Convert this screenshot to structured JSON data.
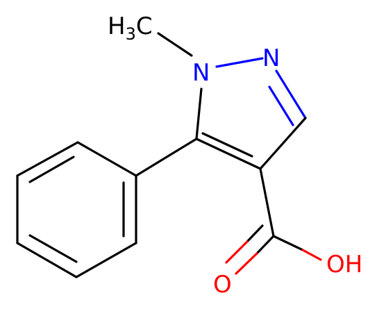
{
  "molecule": {
    "atoms": {
      "methyl": {
        "element": "H3C",
        "label": "H",
        "sub": "3",
        "tail": "C",
        "color": "#000000"
      },
      "n1": {
        "element": "N",
        "label": "N",
        "color": "#0000ff"
      },
      "n2": {
        "element": "N",
        "label": "N",
        "color": "#0000ff"
      },
      "oh": {
        "element": "OH",
        "label": "OH",
        "color": "#ff0000"
      },
      "o": {
        "element": "O",
        "label": "O",
        "color": "#ff0000"
      }
    }
  }
}
